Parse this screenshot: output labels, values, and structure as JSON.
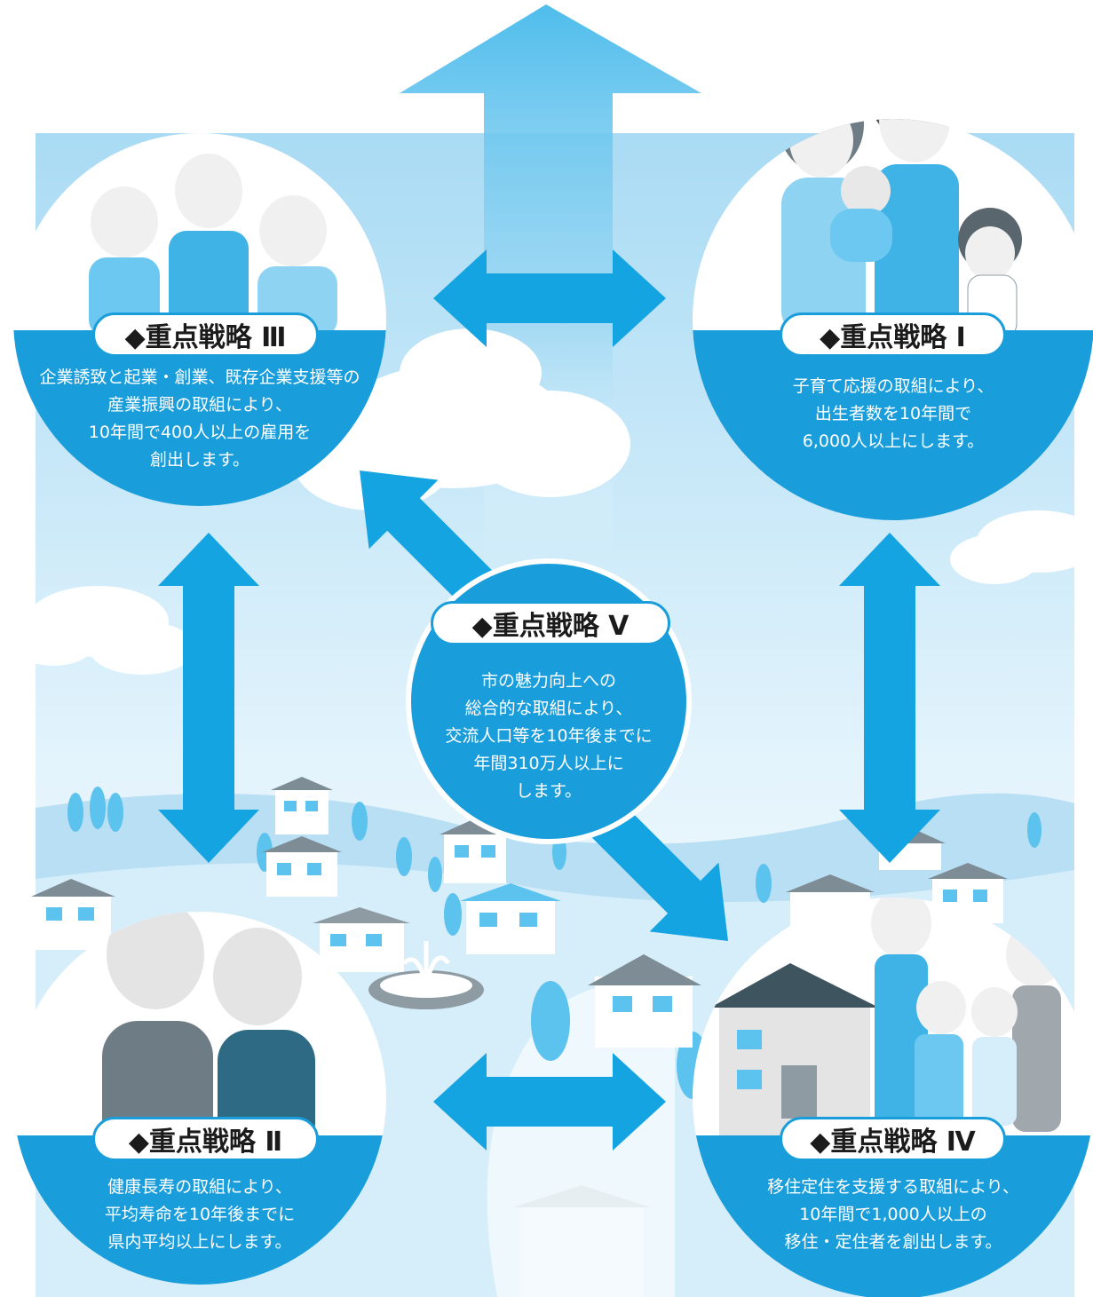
{
  "colors": {
    "primary": "#1a9edb",
    "light_blue": "#c6e7f8",
    "sky_top": "#bfe3f6",
    "text_on_blue": "#ffffff",
    "label_text": "#1b1b1b"
  },
  "strategies": {
    "s1": {
      "title": "◆重点戦略 Ⅰ",
      "lines": [
        "子育て応援の取組により、",
        "出生者数を10年間で",
        "6,000人以上にします。"
      ]
    },
    "s2": {
      "title": "◆重点戦略 Ⅱ",
      "lines": [
        "健康長寿の取組により、",
        "平均寿命を10年後までに",
        "県内平均以上にします。"
      ]
    },
    "s3": {
      "title": "◆重点戦略 Ⅲ",
      "lines": [
        "企業誘致と起業・創業、既存企業支援等の",
        "産業振興の取組により、",
        "10年間で400人以上の雇用を",
        "創出します。"
      ]
    },
    "s4": {
      "title": "◆重点戦略 Ⅳ",
      "lines": [
        "移住定住を支援する取組により、",
        "10年間で1,000人以上の",
        "移住・定住者を創出します。"
      ]
    },
    "s5": {
      "title": "◆重点戦略 Ⅴ",
      "lines": [
        "市の魅力向上への",
        "総合的な取組により、",
        "交流人口等を10年後までに",
        "年間310万人以上に",
        "します。"
      ]
    }
  }
}
